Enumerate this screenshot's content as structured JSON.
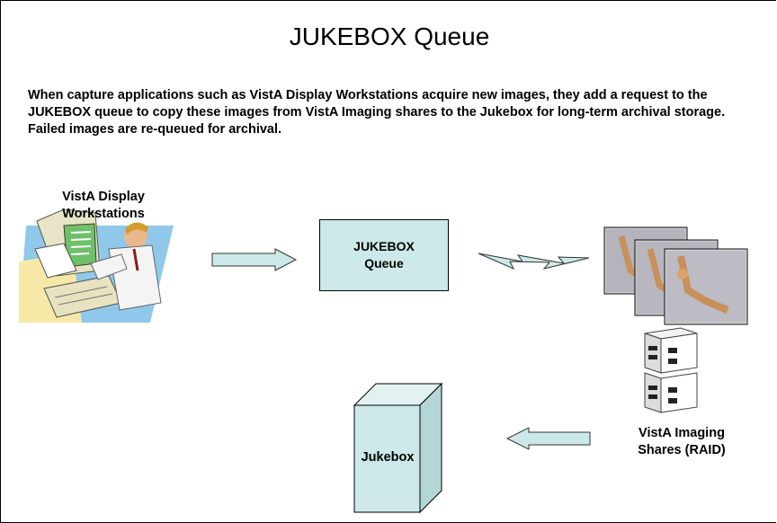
{
  "title": "JUKEBOX Queue",
  "intro": "When capture applications such as VistA Display Workstations acquire new images, they add a request to the JUKEBOX queue to copy these images from VistA Imaging shares to the Jukebox for long-term archival storage.  Failed images are re-queued for archival.",
  "nodes": {
    "workstations": {
      "line1": "VistA Display",
      "line2": "Workstations"
    },
    "queue": {
      "line1": "JUKEBOX",
      "line2": "Queue"
    },
    "raid": {
      "line1": "VistA Imaging",
      "line2": "Shares (RAID)"
    },
    "jukebox": {
      "label": "Jukebox"
    }
  },
  "colors": {
    "box_fill": "#cce8e8",
    "box_side": "#b4d6d6",
    "arrow_fill": "#cce8e8"
  }
}
